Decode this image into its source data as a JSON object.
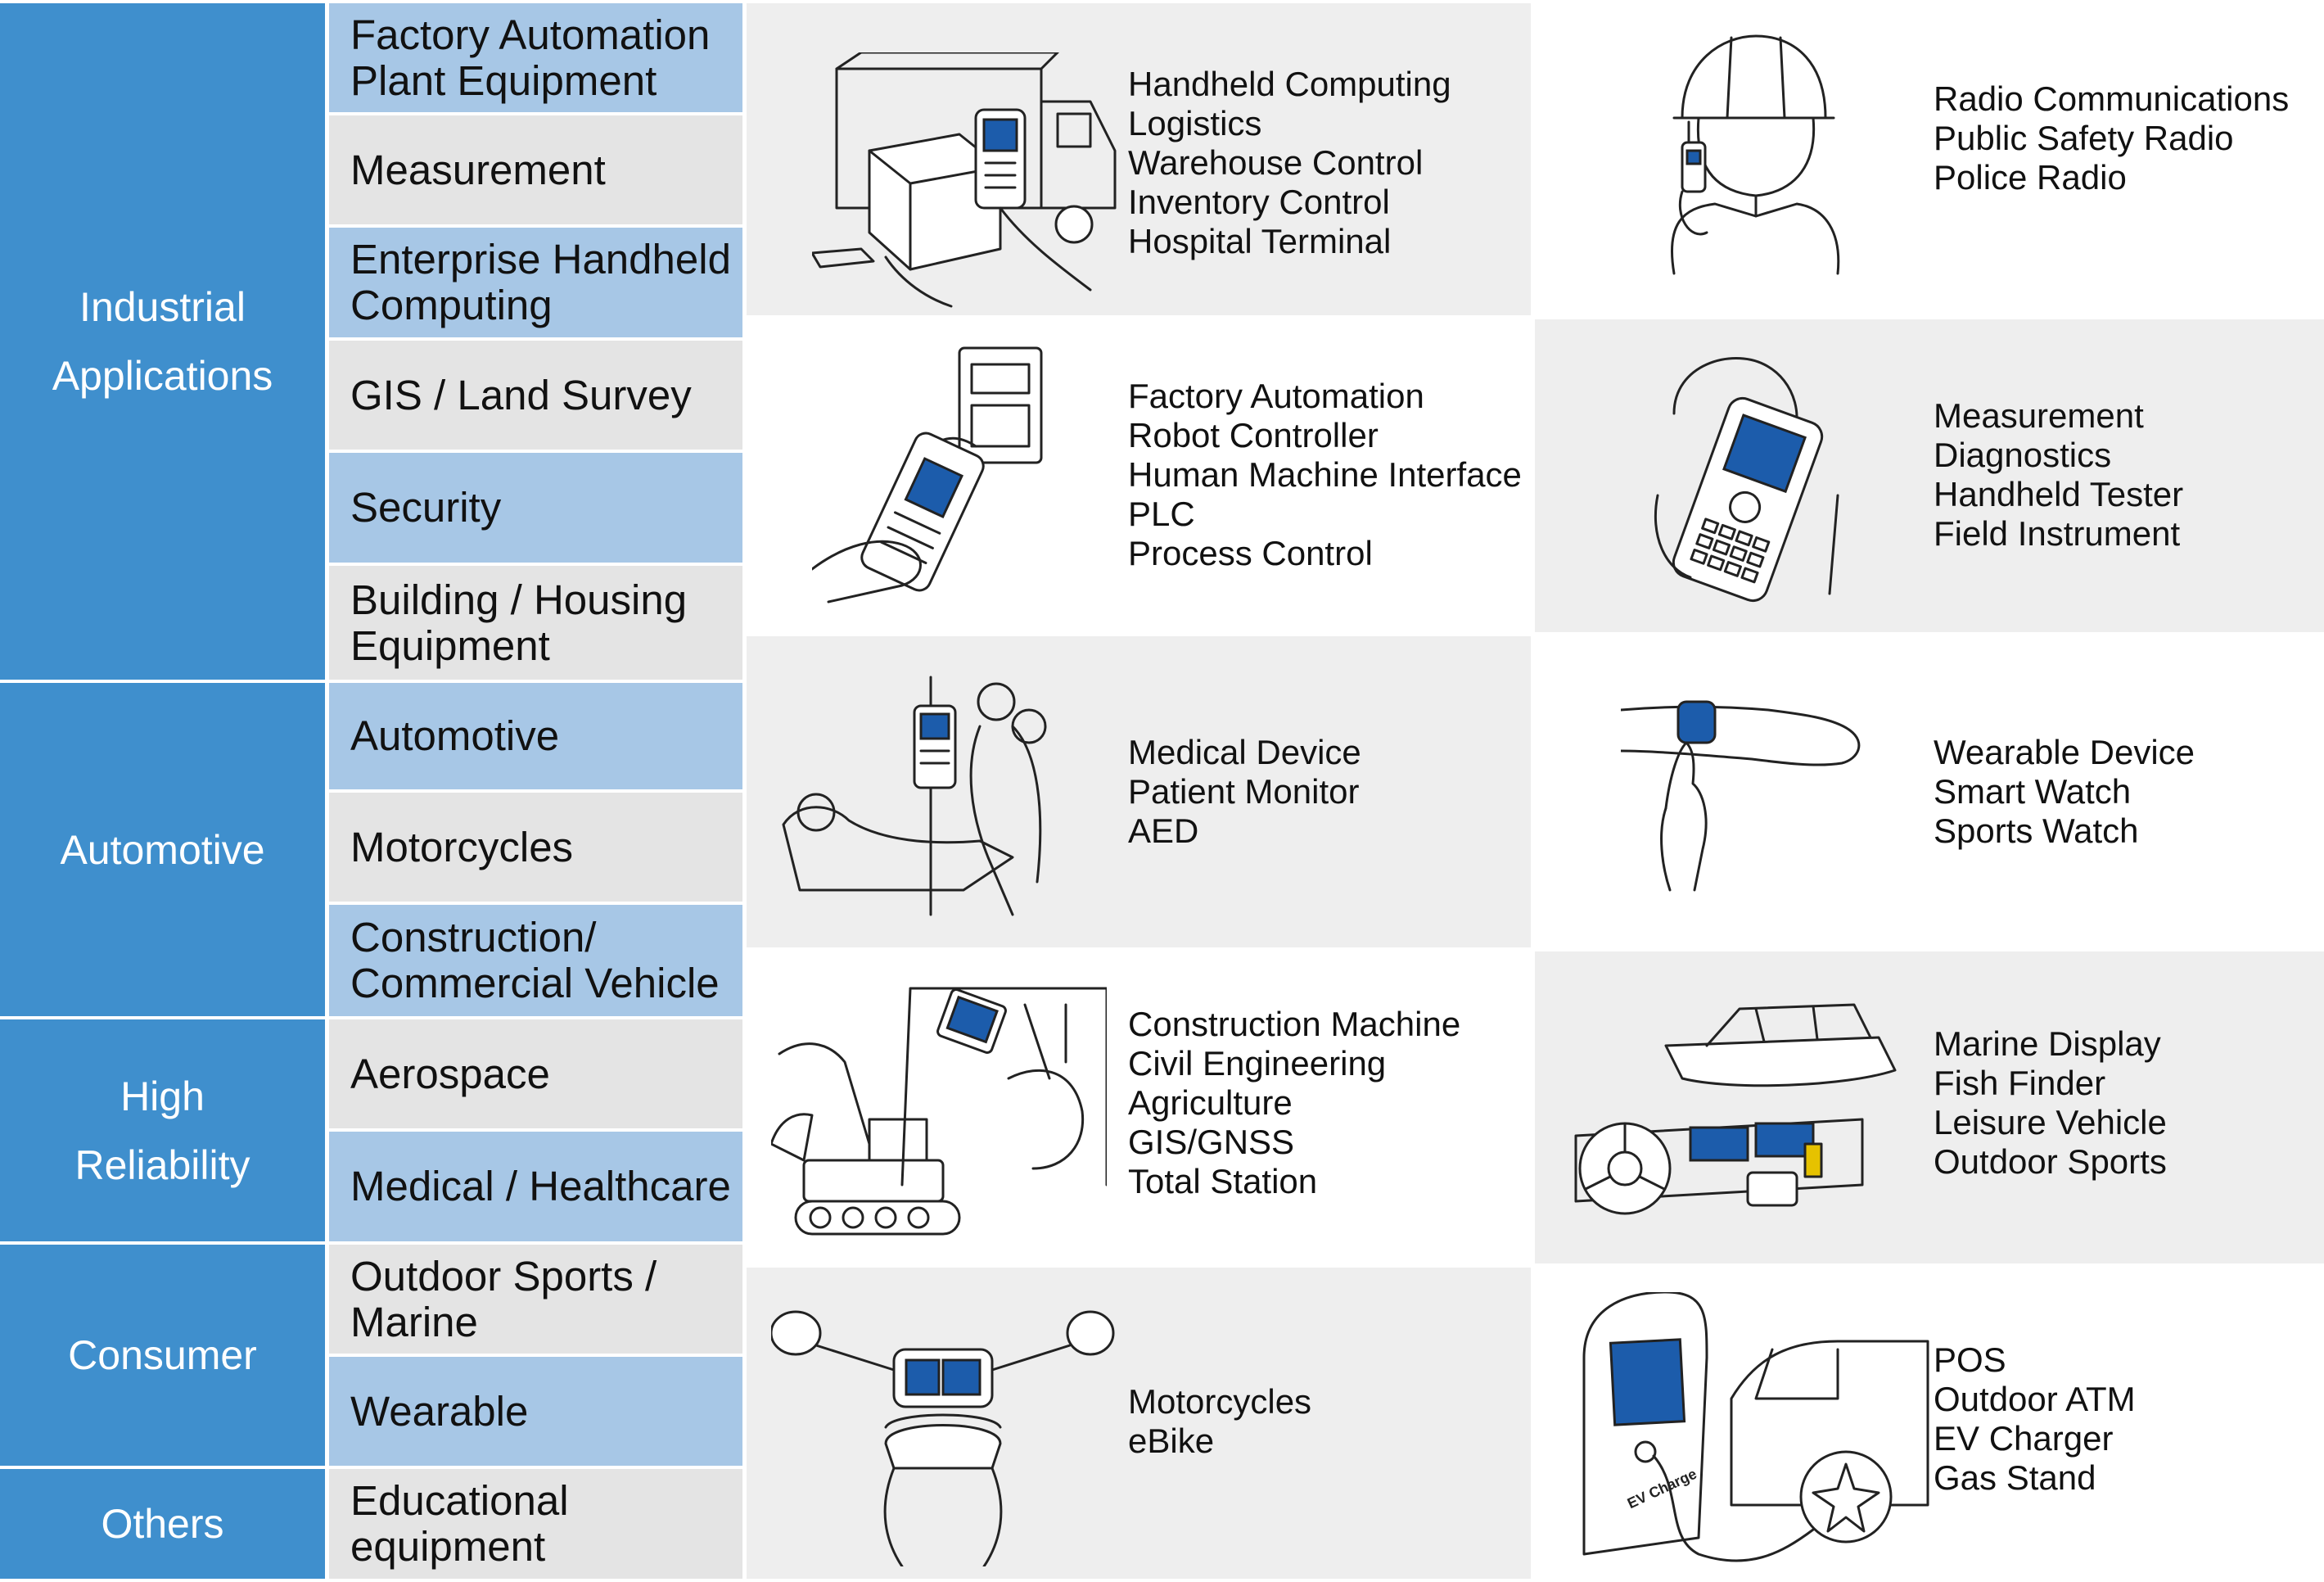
{
  "categories": [
    {
      "label": "Industrial Applications"
    },
    {
      "label": "Automotive"
    },
    {
      "label": "High Reliability"
    },
    {
      "label": "Consumer"
    },
    {
      "label": "Others"
    }
  ],
  "subcategories": [
    {
      "label": "Factory Automation Plant Equipment"
    },
    {
      "label": "Measurement"
    },
    {
      "label": "Enterprise Handheld Computing"
    },
    {
      "label": "GIS / Land Survey"
    },
    {
      "label": "Security"
    },
    {
      "label": "Building / Housing Equipment"
    },
    {
      "label": "Automotive"
    },
    {
      "label": "Motorcycles"
    },
    {
      "label": "Construction/ Commercial Vehicle"
    },
    {
      "label": "Aerospace"
    },
    {
      "label": "Medical / Healthcare"
    },
    {
      "label": "Outdoor Sports / Marine"
    },
    {
      "label": "Wearable"
    },
    {
      "label": "Educational equipment"
    }
  ],
  "applications": [
    {
      "illustration": "truck-handheld-scanner",
      "lines": [
        "Handheld Computing",
        "Logistics",
        "Warehouse Control",
        "Inventory Control",
        "Hospital Terminal"
      ]
    },
    {
      "illustration": "worker-radio",
      "lines": [
        "Radio Communications",
        "Public Safety Radio",
        "Police Radio"
      ]
    },
    {
      "illustration": "meter-controller",
      "lines": [
        "Factory Automation",
        "Robot Controller",
        "Human Machine  Interface",
        "PLC",
        "Process Control"
      ]
    },
    {
      "illustration": "handheld-tester",
      "lines": [
        "Measurement",
        "Diagnostics",
        "Handheld Tester",
        "Field Instrument"
      ]
    },
    {
      "illustration": "patient-monitor",
      "lines": [
        "Medical Device",
        "Patient Monitor",
        "AED"
      ]
    },
    {
      "illustration": "smart-watch",
      "lines": [
        "Wearable Device",
        "Smart Watch",
        "Sports Watch"
      ]
    },
    {
      "illustration": "excavator-cab",
      "lines": [
        "Construction Machine",
        "Civil Engineering",
        "Agriculture",
        "GIS/GNSS",
        "Total Station"
      ]
    },
    {
      "illustration": "boat-console",
      "lines": [
        "Marine Display",
        "Fish Finder",
        "Leisure Vehicle",
        "Outdoor Sports"
      ]
    },
    {
      "illustration": "motorcycle-display",
      "lines": [
        "Motorcycles",
        "eBike"
      ]
    },
    {
      "illustration": "ev-charger",
      "lines": [
        "POS",
        "Outdoor ATM",
        "EV Charger",
        "Gas Stand"
      ],
      "charger_label": "EV Charge"
    }
  ],
  "colors": {
    "category": "#3f8fcd",
    "sub_light": "#a7c7e6",
    "sub_grey": "#e4e4e4",
    "cell_grey": "#eeeeee",
    "screen": "#1c5cab"
  }
}
